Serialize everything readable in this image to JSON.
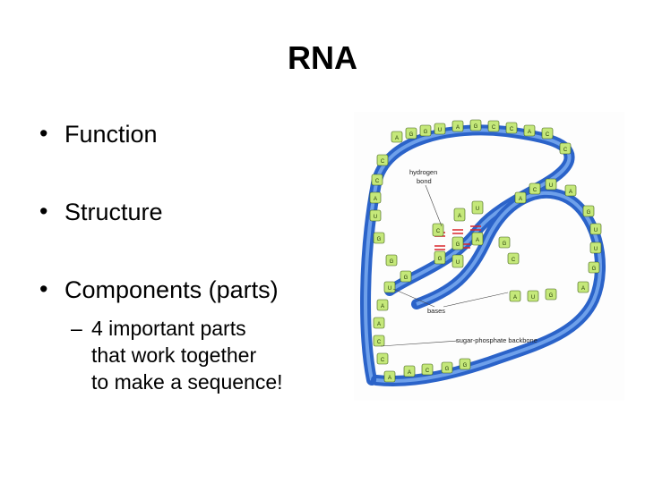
{
  "slide": {
    "title": "RNA",
    "bullets": [
      "Function",
      "Structure",
      "Components (parts)"
    ],
    "sub_bullet_marker": "–",
    "sub_bullet_lines": [
      "4 important parts",
      "that work together",
      "to make a sequence!"
    ],
    "bullet_marker": "•"
  },
  "figure": {
    "labels": {
      "hydrogen_bond_line1": "hydrogen",
      "hydrogen_bond_line2": "bond",
      "bases": "bases",
      "backbone": "sugar-phosphate backbone"
    },
    "colors": {
      "backbone": "#2b63c9",
      "backbone_light": "#6ea0ea",
      "base": "#c5e87a",
      "hbond": "#d9262b"
    }
  }
}
